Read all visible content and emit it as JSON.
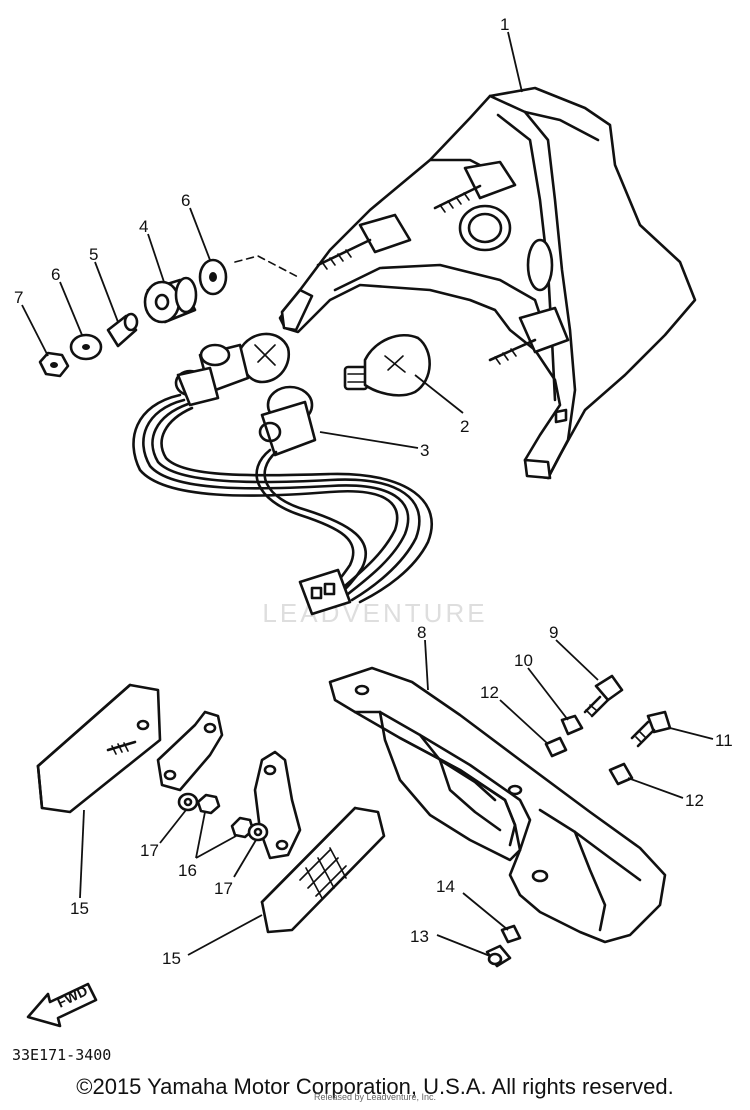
{
  "diagram": {
    "watermark": "LEADVENTURE",
    "part_code": "33E171-3400",
    "fwd_label": "FWD",
    "callouts": {
      "c1": "1",
      "c2": "2",
      "c3": "3",
      "c4": "4",
      "c5": "5",
      "c6a": "6",
      "c6b": "6",
      "c7": "7",
      "c8": "8",
      "c9": "9",
      "c10": "10",
      "c11": "11",
      "c12a": "12",
      "c12b": "12",
      "c13": "13",
      "c14": "14",
      "c15a": "15",
      "c15b": "15",
      "c16": "16",
      "c17a": "17",
      "c17b": "17"
    }
  },
  "footer": {
    "copyright": "©2015 Yamaha Motor Corporation, U.S.A. All rights reserved.",
    "released": "Released by Leadventure, Inc."
  }
}
